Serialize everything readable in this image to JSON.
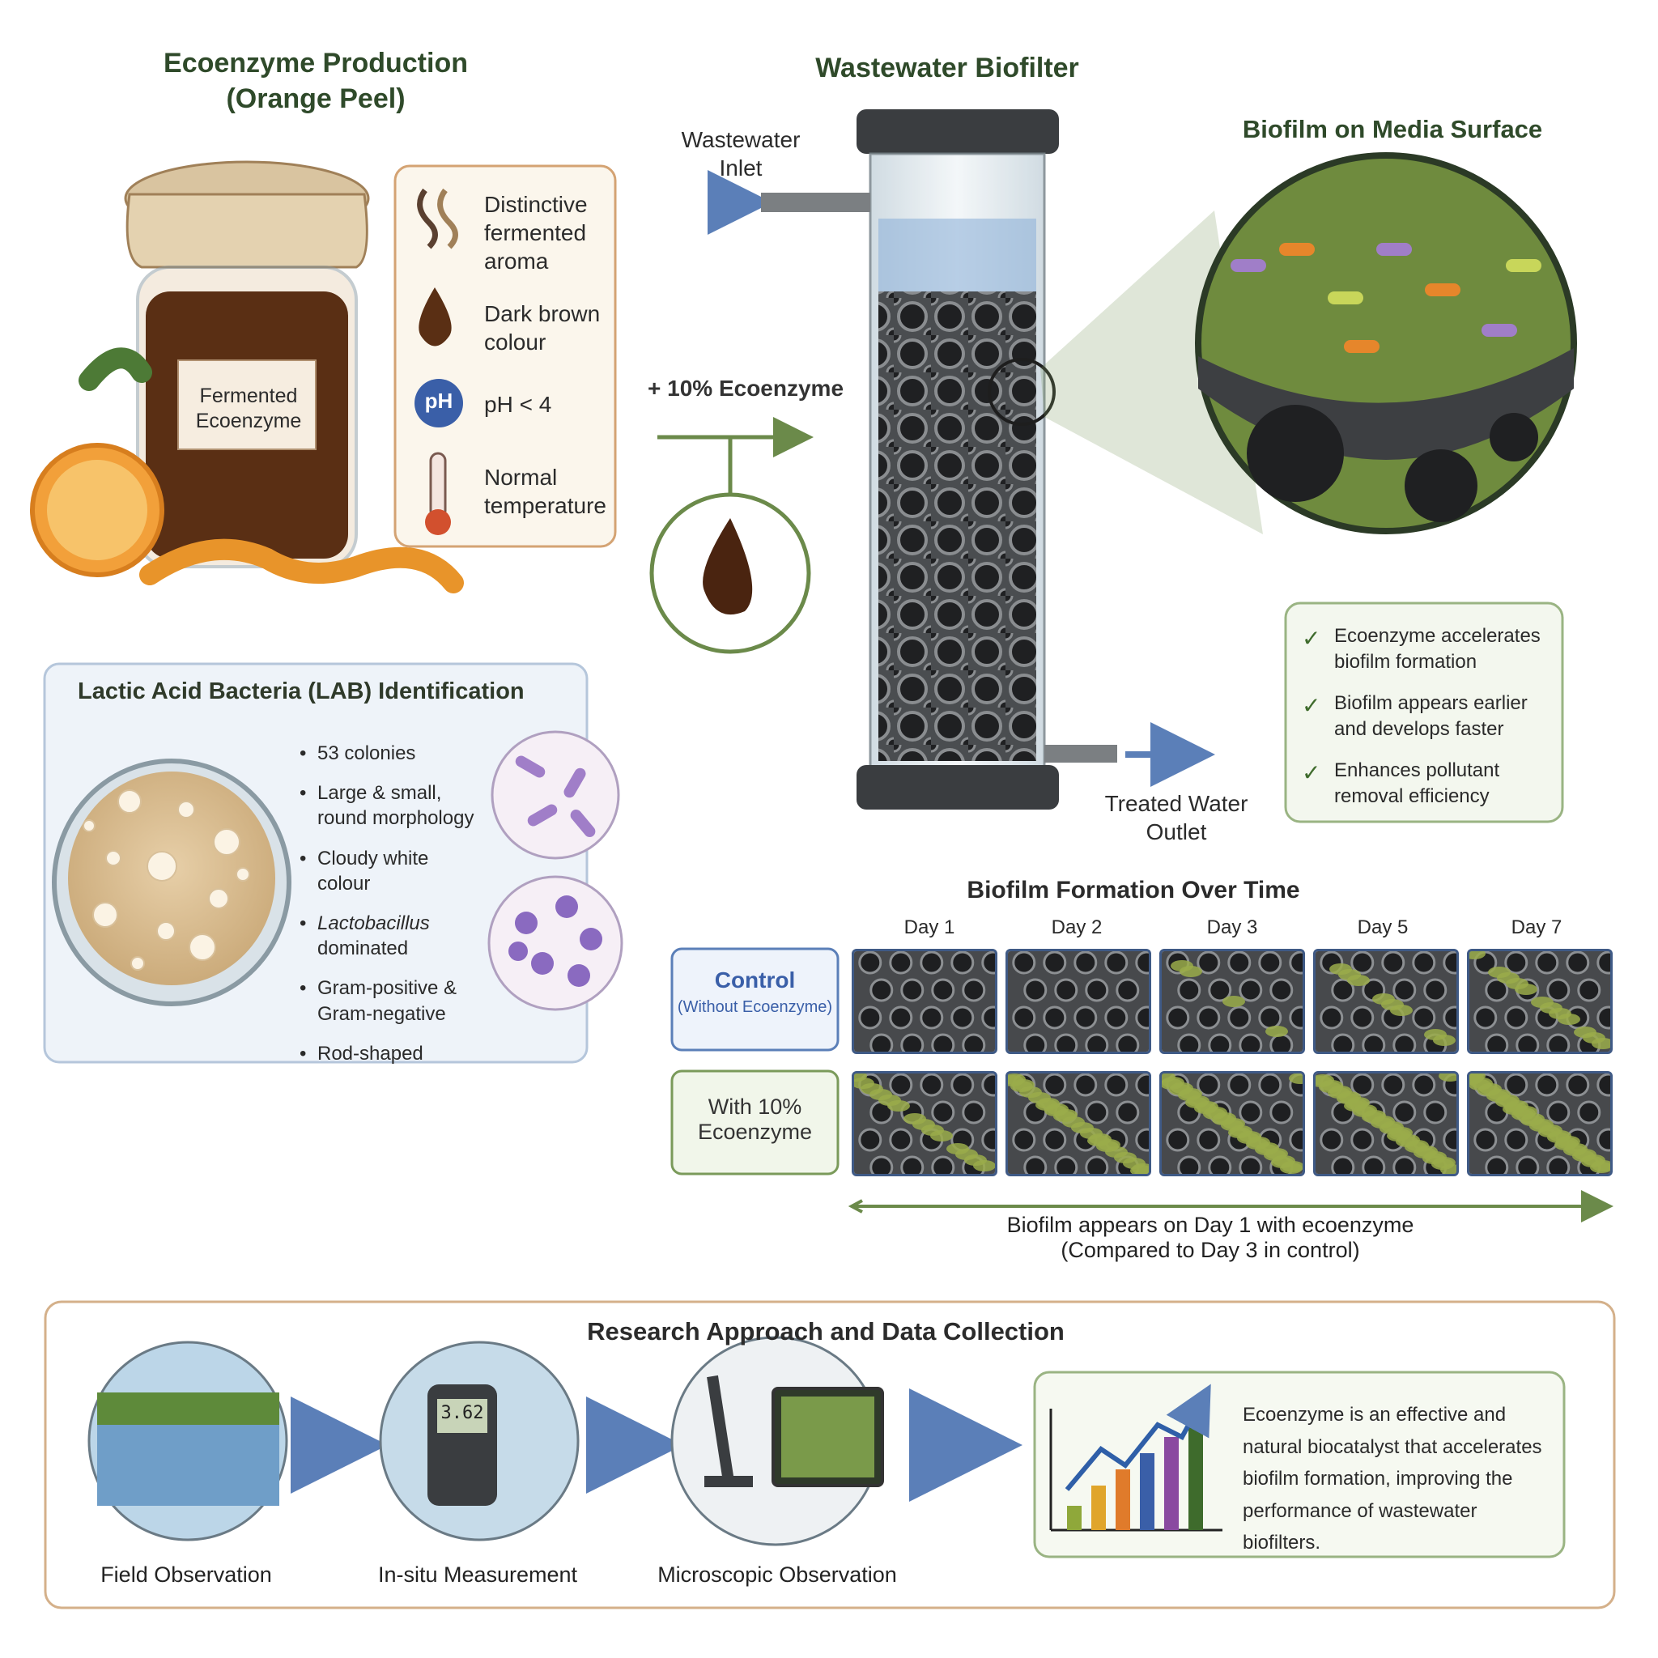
{
  "production": {
    "title_line1": "Ecoenzyme Production",
    "title_line2": "(Orange Peel)",
    "jar_label_line1": "Fermented",
    "jar_label_line2": "Ecoenzyme",
    "props": [
      {
        "icon": "aroma-icon",
        "line1": "Distinctive",
        "line2": "fermented",
        "line3": "aroma"
      },
      {
        "icon": "brown-drop-icon",
        "line1": "Dark brown",
        "line2": "colour"
      },
      {
        "icon": "ph-icon",
        "badge": "pH",
        "line1": "pH < 4"
      },
      {
        "icon": "thermometer-icon",
        "line1": "Normal",
        "line2": "temperature"
      }
    ]
  },
  "biofilter": {
    "title": "Wastewater Biofilter",
    "inlet_line1": "Wastewater",
    "inlet_line2": "Inlet",
    "dose": "+ 10% Ecoenzyme",
    "outlet_line1": "Treated Water",
    "outlet_line2": "Outlet"
  },
  "surface": {
    "title": "Biofilm on Media Surface",
    "checks": [
      {
        "line1": "Ecoenzyme accelerates",
        "line2": "biofilm formation"
      },
      {
        "line1": "Biofilm appears earlier",
        "line2": "and develops faster"
      },
      {
        "line1": "Enhances pollutant",
        "line2": "removal efficiency"
      }
    ]
  },
  "lab": {
    "title": "Lactic Acid Bacteria (LAB) Identification",
    "items": [
      {
        "line1": "53 colonies"
      },
      {
        "line1": "Large & small,",
        "line2": "round morphology"
      },
      {
        "line1": "Cloudy white colour"
      },
      {
        "line1": "Lactobacillus",
        "line2": "dominated"
      },
      {
        "line1": "Gram-positive &",
        "line2": "Gram-negative"
      },
      {
        "line1": "Rod-shaped"
      }
    ]
  },
  "timeline": {
    "title": "Biofilm Formation Over Time",
    "days": [
      "Day 1",
      "Day 2",
      "Day 3",
      "Day 5",
      "Day 7"
    ],
    "control_label": "Control",
    "control_sub": "(Without Ecoenzyme)",
    "treated_line1": "With 10%",
    "treated_line2": "Ecoenzyme",
    "control_coverage": [
      0.0,
      0.0,
      0.1,
      0.2,
      0.3
    ],
    "treated_coverage": [
      0.35,
      0.6,
      0.8,
      0.85,
      0.9
    ],
    "note_line1": "Biofilm appears on Day 1 with ecoenzyme",
    "note_line2": "(Compared to Day 3 in control)"
  },
  "research": {
    "title": "Research Approach and Data Collection",
    "steps": [
      "Field Observation",
      "In-situ Measurement",
      "Microscopic Observation"
    ],
    "meter_reading": "3.62",
    "conclusion": [
      "Ecoenzyme is an effective and",
      "natural biocatalyst that accelerates",
      "biofilm formation, improving the",
      "performance of wastewater biofilters."
    ],
    "bar_colors": [
      "#8fa83a",
      "#e0a52b",
      "#e07b2b",
      "#3a5fa8",
      "#8a4aa0",
      "#3e6b2c"
    ]
  },
  "colors": {
    "green": "#3e6b2c",
    "blue_arrow": "#5b7fb8",
    "border_tan": "#d4a373",
    "panel_blue": "#eef3f9"
  }
}
